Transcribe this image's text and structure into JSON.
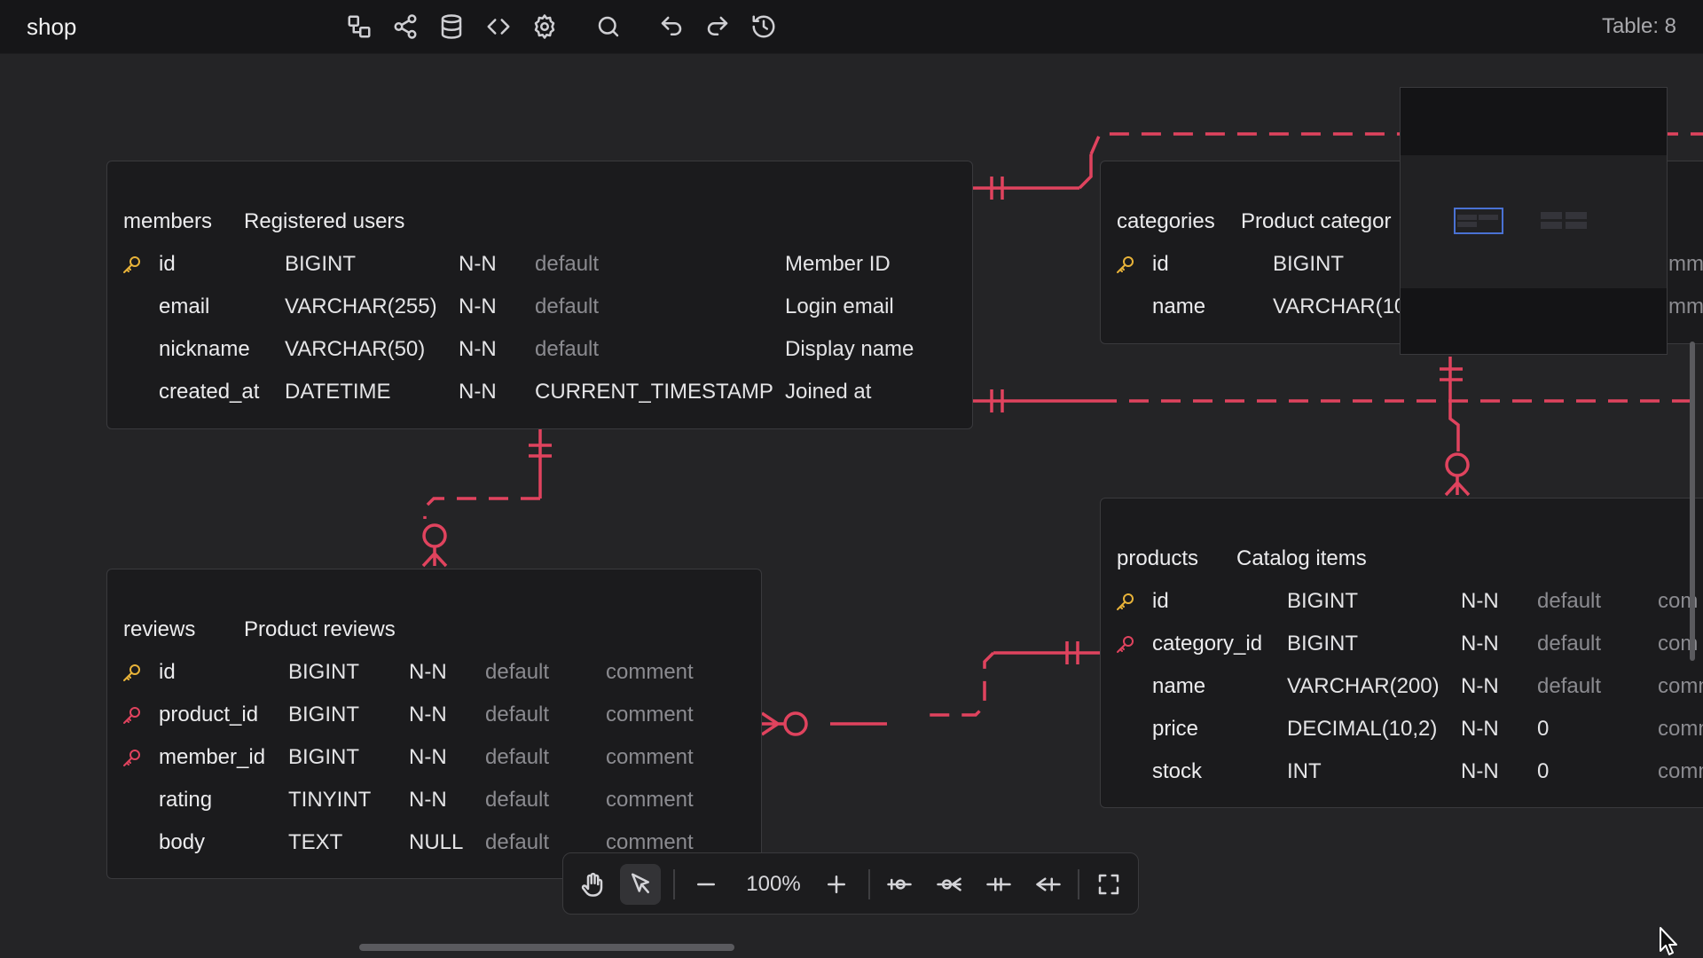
{
  "app": {
    "title": "shop",
    "table_count": "Table: 8"
  },
  "toolbar": {
    "icons": [
      "layout-icon",
      "share-icon",
      "database-icon",
      "code-icon",
      "settings-icon",
      "search-icon",
      "undo-icon",
      "redo-icon",
      "history-icon"
    ]
  },
  "tables": {
    "members": {
      "name": "members",
      "comment": "Registered users",
      "rows": [
        {
          "key": "primary",
          "name": "id",
          "type": "BIGINT",
          "null": "N-N",
          "default": "default",
          "comment": "Member ID"
        },
        {
          "key": "",
          "name": "email",
          "type": "VARCHAR(255)",
          "null": "N-N",
          "default": "default",
          "comment": "Login email"
        },
        {
          "key": "",
          "name": "nickname",
          "type": "VARCHAR(50)",
          "null": "N-N",
          "default": "default",
          "comment": "Display name"
        },
        {
          "key": "",
          "name": "created_at",
          "type": "DATETIME",
          "null": "N-N",
          "default": "CURRENT_TIMESTAMP",
          "comment": "Joined at"
        }
      ]
    },
    "categories": {
      "name": "categories",
      "comment": "Product categor",
      "rows": [
        {
          "key": "primary",
          "name": "id",
          "type": "BIGINT",
          "comment_tail": "mm"
        },
        {
          "key": "",
          "name": "name",
          "type": "VARCHAR(10",
          "comment_tail": "mm"
        }
      ]
    },
    "reviews": {
      "name": "reviews",
      "comment": "Product reviews",
      "rows": [
        {
          "key": "primary",
          "name": "id",
          "type": "BIGINT",
          "null": "N-N",
          "default": "default",
          "comment": "comment"
        },
        {
          "key": "foreign",
          "name": "product_id",
          "type": "BIGINT",
          "null": "N-N",
          "default": "default",
          "comment": "comment"
        },
        {
          "key": "foreign",
          "name": "member_id",
          "type": "BIGINT",
          "null": "N-N",
          "default": "default",
          "comment": "comment"
        },
        {
          "key": "",
          "name": "rating",
          "type": "TINYINT",
          "null": "N-N",
          "default": "default",
          "comment": "comment"
        },
        {
          "key": "",
          "name": "body",
          "type": "TEXT",
          "null": "NULL",
          "default": "default",
          "comment": "comment"
        }
      ]
    },
    "products": {
      "name": "products",
      "comment": "Catalog items",
      "rows": [
        {
          "key": "primary",
          "name": "id",
          "type": "BIGINT",
          "null": "N-N",
          "default": "default",
          "comment": "com"
        },
        {
          "key": "foreign",
          "name": "category_id",
          "type": "BIGINT",
          "null": "N-N",
          "default": "default",
          "comment": "com"
        },
        {
          "key": "",
          "name": "name",
          "type": "VARCHAR(200)",
          "null": "N-N",
          "default": "default",
          "comment": "comm"
        },
        {
          "key": "",
          "name": "price",
          "type": "DECIMAL(10,2)",
          "null": "N-N",
          "default": "0",
          "comment": "comm"
        },
        {
          "key": "",
          "name": "stock",
          "type": "INT",
          "null": "N-N",
          "default": "0",
          "comment": "comm"
        }
      ]
    }
  },
  "zoom": {
    "level": "100%"
  },
  "colors": {
    "relation": "#e0435e",
    "primary_key": "#e8b339",
    "foreign_key": "#e0435e",
    "minimap_selection": "#4a72d4"
  }
}
